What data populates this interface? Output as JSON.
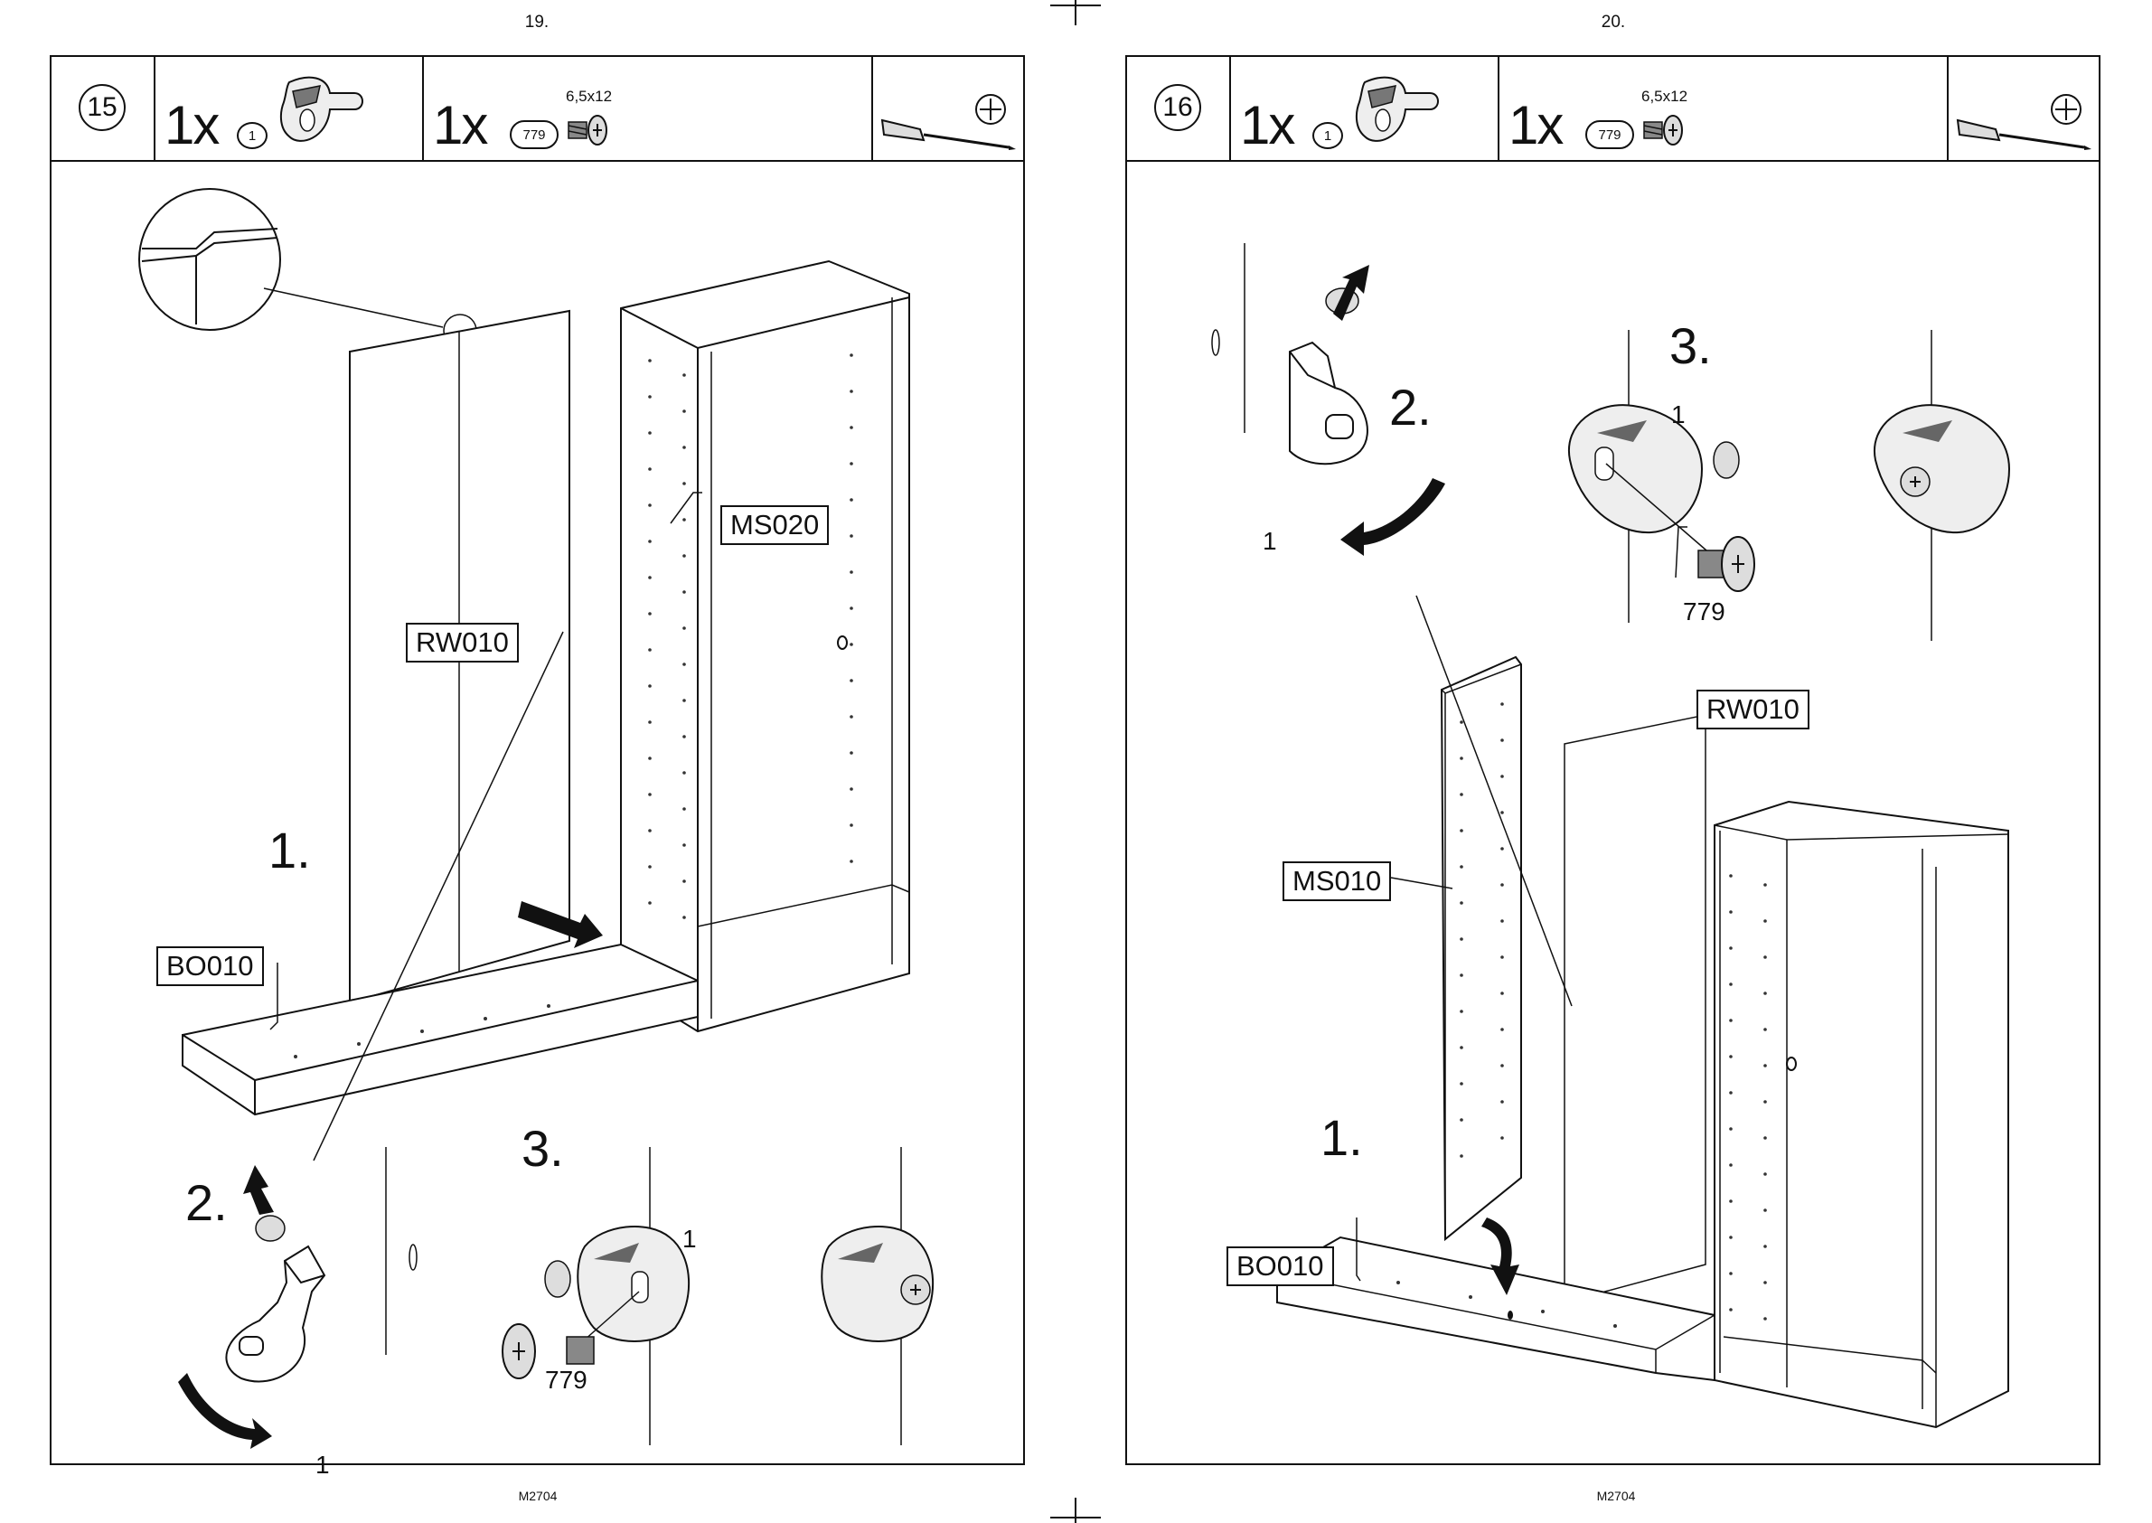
{
  "left_page": {
    "page_number": "19.",
    "step": "15",
    "parts": [
      {
        "qty": "1x",
        "code": "1"
      },
      {
        "qty": "1x",
        "code": "779",
        "size": "6,5x12"
      }
    ],
    "labels": {
      "panel": "RW010",
      "cabinet": "MS020",
      "base": "BO010"
    },
    "substeps": {
      "s1": "1.",
      "s2": "2.",
      "s3": "3."
    },
    "callouts": {
      "clip": "1",
      "screw": "779",
      "clip_b": "1"
    },
    "footer": "M2704"
  },
  "right_page": {
    "page_number": "20.",
    "step": "16",
    "parts": [
      {
        "qty": "1x",
        "code": "1"
      },
      {
        "qty": "1x",
        "code": "779",
        "size": "6,5x12"
      }
    ],
    "labels": {
      "panel": "RW010",
      "side": "MS010",
      "base": "BO010"
    },
    "substeps": {
      "s1": "1.",
      "s2": "2.",
      "s3": "3."
    },
    "callouts": {
      "clip": "1",
      "screw": "779",
      "clip_b": "1"
    },
    "footer": "M2704"
  },
  "icons": [
    "cam-clip-icon",
    "screw-icon",
    "screwdriver-icon",
    "phillips-head-icon"
  ]
}
